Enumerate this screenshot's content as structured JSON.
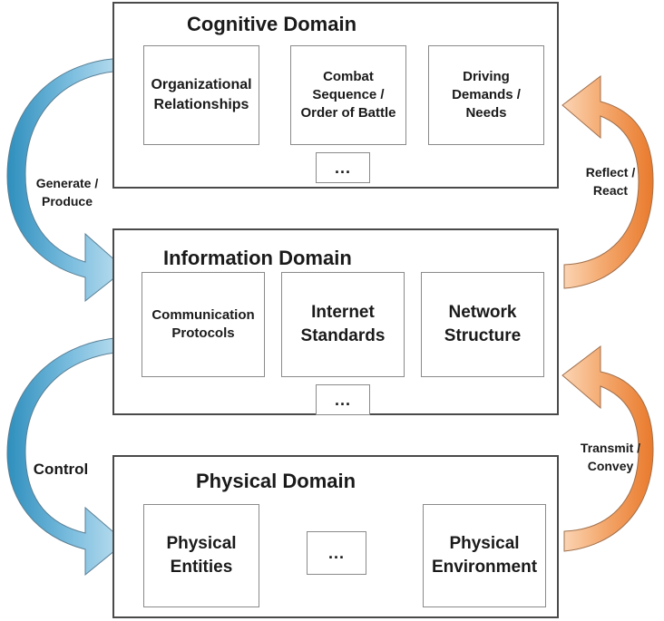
{
  "colors": {
    "blue_arrow": "#6fb3d6",
    "orange_arrow": "#f2a56b",
    "box_border": "#4a4a4a"
  },
  "domains": {
    "cognitive": {
      "title": "Cognitive Domain",
      "items": [
        "Organizational\nRelationships",
        "Combat\nSequence /\nOrder of Battle",
        "Driving\nDemands /\nNeeds"
      ],
      "more": "..."
    },
    "information": {
      "title": "Information Domain",
      "items": [
        "Communication\nProtocols",
        "Internet\nStandards",
        "Network\nStructure"
      ],
      "more": "..."
    },
    "physical": {
      "title": "Physical Domain",
      "items": [
        "Physical\nEntities",
        "Physical\nEnvironment"
      ],
      "more": "..."
    }
  },
  "arrows": {
    "generate": "Generate /\nProduce",
    "control": "Control",
    "reflect": "Reflect /\nReact",
    "transmit": "Transmit /\nConvey"
  }
}
